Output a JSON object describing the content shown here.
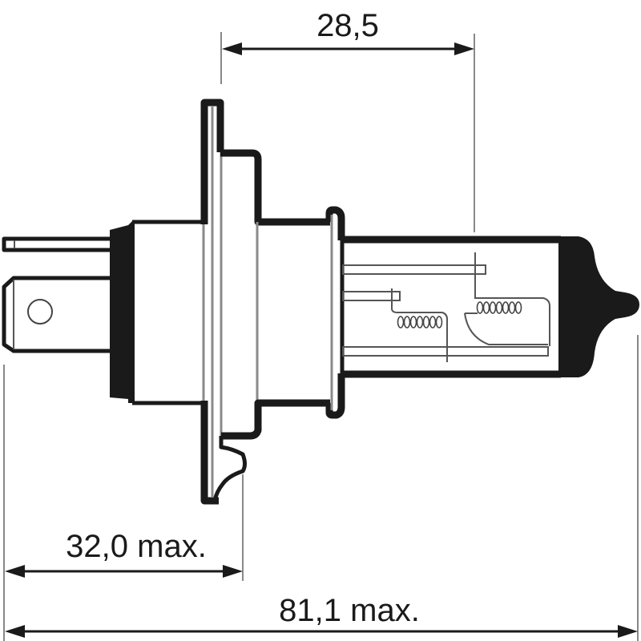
{
  "drawing": {
    "subject": "H4 halogen headlamp bulb technical dimension drawing",
    "units": "mm",
    "colors": {
      "ink": "#1a1a1a",
      "extension_line": "#888888",
      "background": "#ffffff"
    }
  },
  "dimensions": {
    "top": {
      "label": "28,5",
      "value": 28.5
    },
    "base": {
      "label": "32,0 max.",
      "value": 32.0,
      "qualifier": "max."
    },
    "overall": {
      "label": "81,1 max.",
      "value": 81.1,
      "qualifier": "max."
    }
  }
}
